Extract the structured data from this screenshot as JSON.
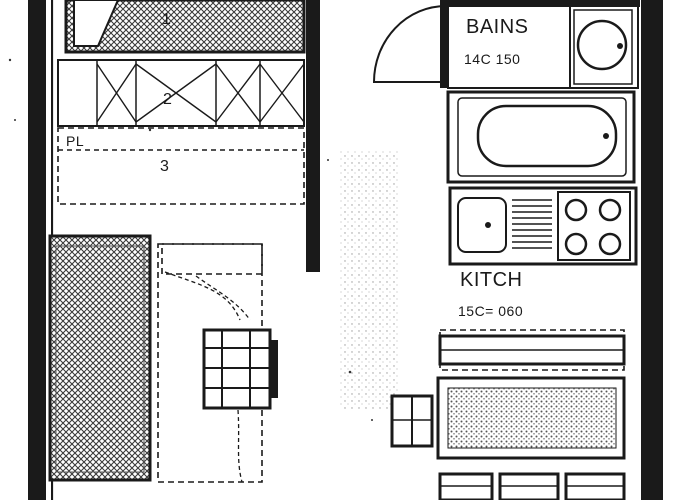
{
  "labels": {
    "room_number_1": "1",
    "room_number_2": "2",
    "room_number_3": "3",
    "pl_label": "PL",
    "bains_title": "BAINS",
    "bains_dimensions": "14C 150",
    "kitchen_title": "KITCH",
    "kitchen_dimensions": "15C= 060"
  },
  "colors": {
    "ink": "#1a1a1a",
    "paper": "#ffffff",
    "hatch": "#3a3a3a"
  }
}
